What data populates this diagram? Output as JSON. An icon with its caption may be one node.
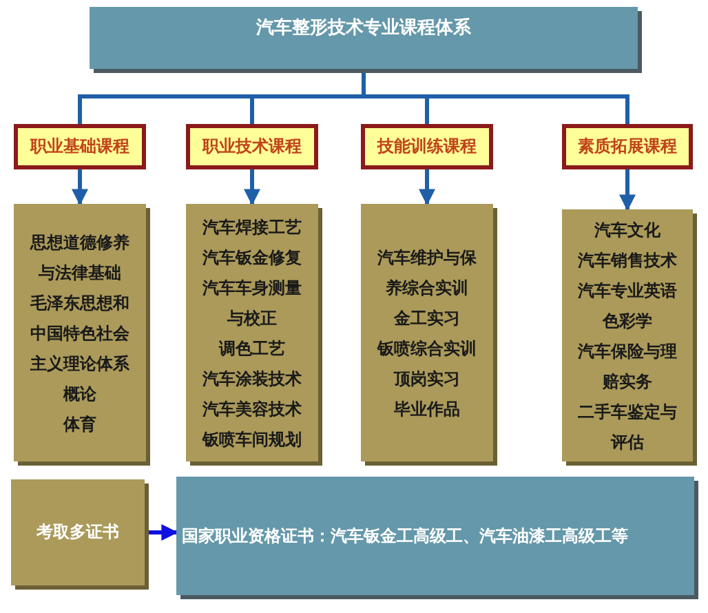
{
  "diagram": {
    "nodes": [
      {
        "text": [
          "汽车整形技术专业课程体系"
        ]
      },
      {
        "text": [
          "职业基础课程"
        ]
      },
      {
        "text": [
          "职业技术课程"
        ]
      },
      {
        "text": [
          "技能训练课程"
        ]
      },
      {
        "text": [
          "素质拓展课程"
        ]
      },
      {
        "text": [
          "思想道德修养与法律基础",
          "毛泽东思想和中国特色社会主义理论体系概论",
          "体育"
        ]
      },
      {
        "text": [
          "汽车焊接工艺",
          "汽车钣金修复",
          "汽车车身测量与校正",
          "调色工艺",
          "汽车涂装技术",
          "汽车美容技术",
          "钣喷车间规划"
        ]
      },
      {
        "text": [
          "汽车维护与保养综合实训",
          "金工实习",
          "钣喷综合实训",
          "顶岗实习",
          "毕业作品"
        ]
      },
      {
        "text": [
          "汽车文化",
          "汽车销售技术",
          "汽车专业英语",
          "色彩学",
          "汽车保险与理赔实务",
          "二手车鉴定与评估"
        ]
      },
      {
        "text": [
          "考取多证书"
        ]
      },
      {
        "text": [
          "国家职业资格证书：汽车钣金工高级工、汽车油漆工高级工等"
        ]
      }
    ],
    "edges": [
      {
        "from": 0,
        "to": 1,
        "arrow": "none"
      },
      {
        "from": 0,
        "to": 2,
        "arrow": "none"
      },
      {
        "from": 0,
        "to": 3,
        "arrow": "none"
      },
      {
        "from": 0,
        "to": 4,
        "arrow": "none"
      },
      {
        "from": 1,
        "to": 5,
        "arrow": "to"
      },
      {
        "from": 2,
        "to": 6,
        "arrow": "to"
      },
      {
        "from": 3,
        "to": 7,
        "arrow": "to"
      },
      {
        "from": 4,
        "to": 8,
        "arrow": "to"
      },
      {
        "from": 9,
        "to": 10,
        "arrow": "to",
        "color": "#1010e0"
      }
    ]
  }
}
